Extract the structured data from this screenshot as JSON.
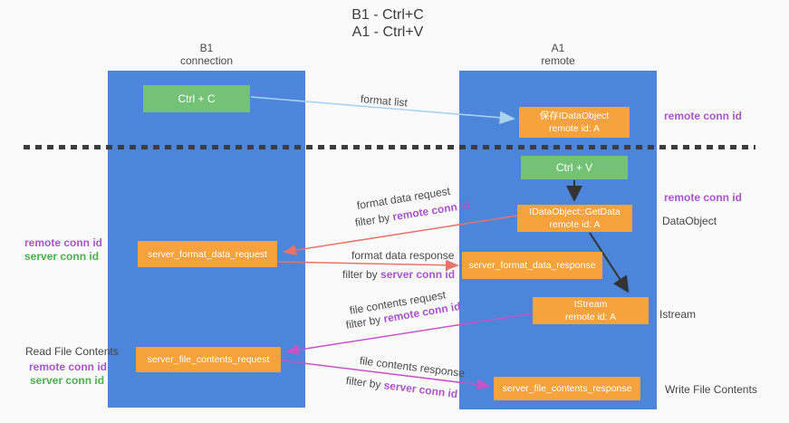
{
  "title": {
    "line1": "B1 - Ctrl+C",
    "line2": "A1 - Ctrl+V"
  },
  "lanes": {
    "left": {
      "name": "B1",
      "role": "connection"
    },
    "right": {
      "name": "A1",
      "role": "remote"
    }
  },
  "nodes": {
    "ctrl_c": "Ctrl + C",
    "ctrl_v": "Ctrl + V",
    "save_idataobject": {
      "line1": "保存IDataObject",
      "line2": "remote id: A"
    },
    "getdata": {
      "line1": "IDataObject::GetData",
      "line2": "remote id: A"
    },
    "istream": {
      "line1": "IStream",
      "line2": "remote id: A"
    },
    "server_format_data_request": "server_format_data_request",
    "server_format_data_response": "server_format_data_response",
    "server_file_contents_request": "server_file_contents_request",
    "server_file_contents_response": "server_file_contents_response"
  },
  "edge_labels": {
    "format_list": "format list",
    "format_data_request": "format data request",
    "format_data_response": "format data response",
    "file_contents_request": "file contents request",
    "file_contents_response": "file contents response",
    "filter_by": "filter by ",
    "remote_conn_id": "remote conn id",
    "server_conn_id": "server conn id"
  },
  "side_labels": {
    "remote_conn_id": "remote conn id",
    "server_conn_id": "server conn id",
    "dataobject": "DataObject",
    "istream": "Istream",
    "read_file_contents": "Read File Contents",
    "write_file_contents": "Write File Contents"
  },
  "colors": {
    "lane_blue": "#4c85d9",
    "node_green": "#74c276",
    "node_orange": "#f7a23c",
    "purple_text": "#a855c8",
    "green_text": "#4caf50",
    "arrow_red": "#e8736a",
    "arrow_magenta": "#c753c7",
    "arrow_lightblue": "#a9d3f0",
    "arrow_black": "#333333",
    "background": "#fafafa"
  }
}
